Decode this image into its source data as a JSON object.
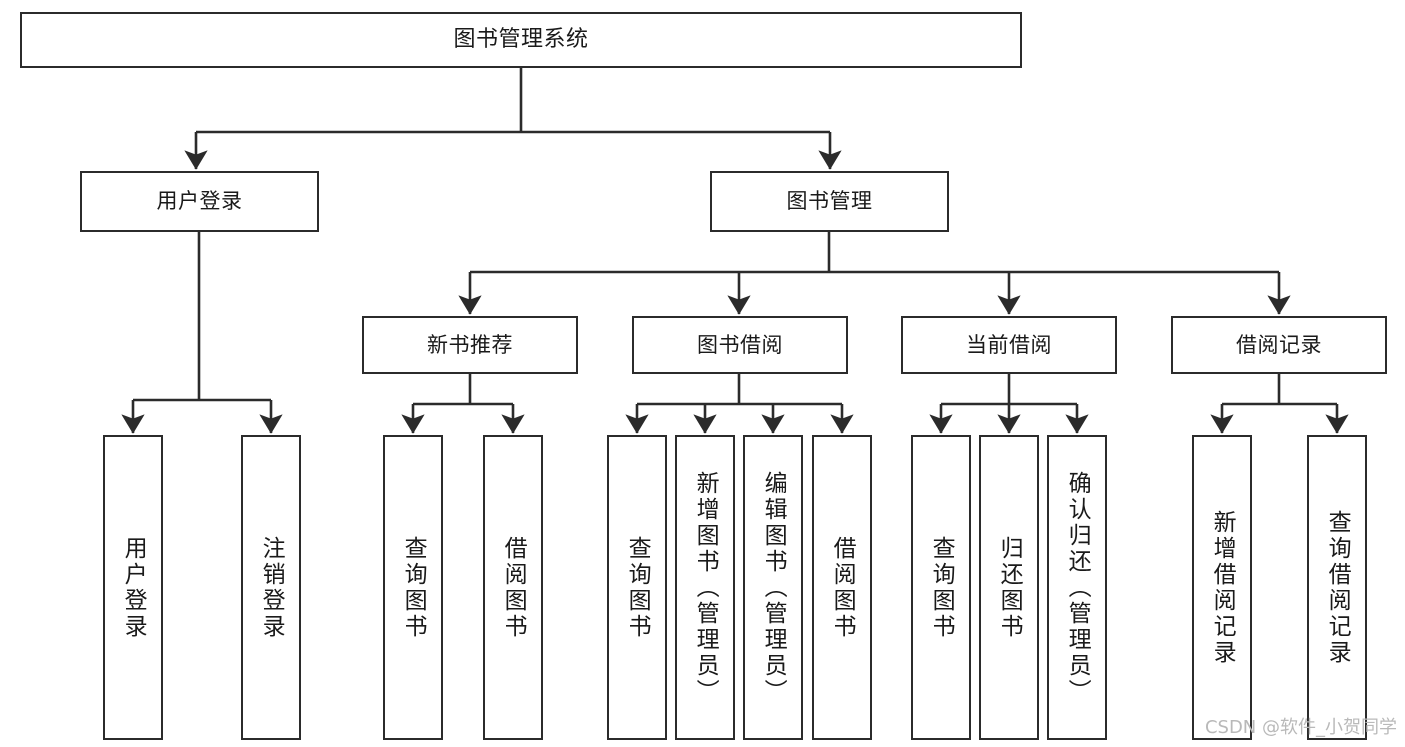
{
  "diagram": {
    "title": "图书管理系统",
    "type": "tree-hierarchy",
    "watermark": "CSDN @软件_小贺同学",
    "colors": {
      "box_border": "#2b2b2b",
      "box_fill": "#ffffff",
      "edge": "#2b2b2b",
      "text": "#1a1a1a",
      "watermark": "#b9b9b9",
      "canvas": "#ffffff"
    }
  },
  "nodes": {
    "root": {
      "label": "图书管理系统"
    },
    "level1": [
      {
        "id": "user-login",
        "label": "用户登录"
      },
      {
        "id": "book-manage",
        "label": "图书管理"
      }
    ],
    "level2": [
      {
        "id": "new-book-recommend",
        "label": "新书推荐",
        "parent": "book-manage"
      },
      {
        "id": "book-borrow",
        "label": "图书借阅",
        "parent": "book-manage"
      },
      {
        "id": "current-borrow",
        "label": "当前借阅",
        "parent": "book-manage"
      },
      {
        "id": "borrow-record",
        "label": "借阅记录",
        "parent": "book-manage"
      }
    ],
    "leaves": [
      {
        "id": "leaf-user-login",
        "label": "用户登录",
        "parent": "user-login"
      },
      {
        "id": "leaf-logout-login",
        "label": "注销登录",
        "parent": "user-login"
      },
      {
        "id": "leaf-query-book-1",
        "label": "查询图书",
        "parent": "new-book-recommend"
      },
      {
        "id": "leaf-borrow-book-1",
        "label": "借阅图书",
        "parent": "new-book-recommend"
      },
      {
        "id": "leaf-query-book-2",
        "label": "查询图书",
        "parent": "book-borrow"
      },
      {
        "id": "leaf-add-book",
        "label": "新增图书（管理员）",
        "parent": "book-borrow"
      },
      {
        "id": "leaf-edit-book",
        "label": "编辑图书（管理员）",
        "parent": "book-borrow"
      },
      {
        "id": "leaf-borrow-book-2",
        "label": "借阅图书",
        "parent": "book-borrow"
      },
      {
        "id": "leaf-query-book-3",
        "label": "查询图书",
        "parent": "current-borrow"
      },
      {
        "id": "leaf-return-book",
        "label": "归还图书",
        "parent": "current-borrow"
      },
      {
        "id": "leaf-confirm-return",
        "label": "确认归还（管理员）",
        "parent": "current-borrow"
      },
      {
        "id": "leaf-add-record",
        "label": "新增借阅记录",
        "parent": "borrow-record"
      },
      {
        "id": "leaf-query-record",
        "label": "查询借阅记录",
        "parent": "borrow-record"
      }
    ]
  }
}
